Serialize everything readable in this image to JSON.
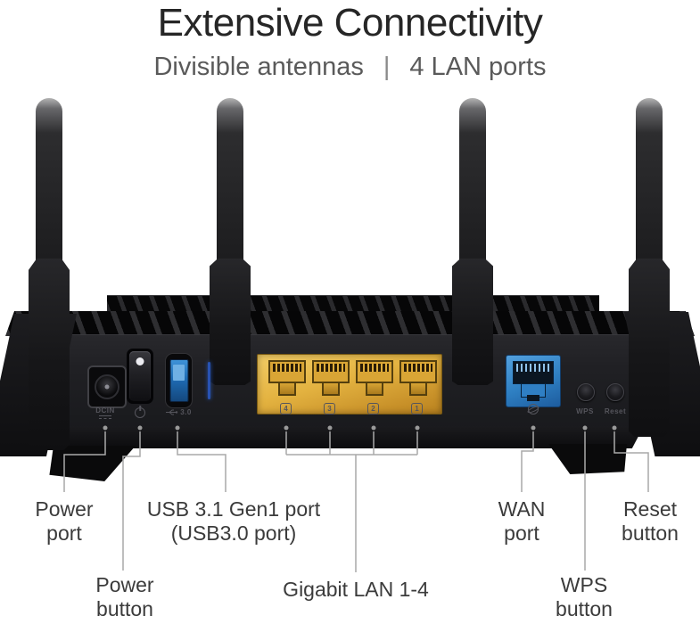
{
  "header": {
    "title": "Extensive Connectivity",
    "subtitle_left": "Divisible antennas",
    "subtitle_divider": "|",
    "subtitle_right": "4 LAN ports"
  },
  "router": {
    "panel_labels": {
      "dc": "DCIN",
      "usb_speed": "3.0",
      "wps": "WPS",
      "reset": "Reset",
      "lan_icons": [
        "4",
        "3",
        "2",
        "1"
      ]
    },
    "port_colors": {
      "lan_yellow": "#e2ab33",
      "wan_blue": "#2e7fc2",
      "usb_blue": "#2e86cf",
      "body_black": "#1b1b1d",
      "callout_line": "#a9a9a9",
      "label_text": "#3b3b3b"
    }
  },
  "callouts": {
    "power_port": "Power\nport",
    "usb_port": "USB 3.1 Gen1 port\n(USB3.0 port)",
    "wan_port": "WAN\nport",
    "reset_button": "Reset\nbutton",
    "power_button": "Power\nbutton",
    "lan_ports": "Gigabit LAN 1-4",
    "wps_button": "WPS\nbutton"
  }
}
